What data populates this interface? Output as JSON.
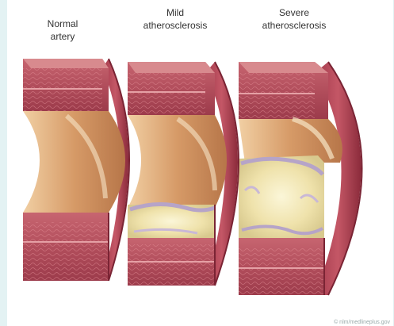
{
  "labels": {
    "normal": [
      "Normal",
      "artery"
    ],
    "mild": [
      "Mild",
      "atherosclerosis"
    ],
    "severe": [
      "Severe",
      "atherosclerosis"
    ]
  },
  "watermark": "© nlm/medlineplus.gov",
  "colors": {
    "page_bg": "#e3f2f3",
    "wall": "#b5505e",
    "wall_dark": "#8c2c3c",
    "lumen": "#d69a67",
    "plaque": "#f1e6b8",
    "plaque_purple": "#b6a4c8"
  }
}
